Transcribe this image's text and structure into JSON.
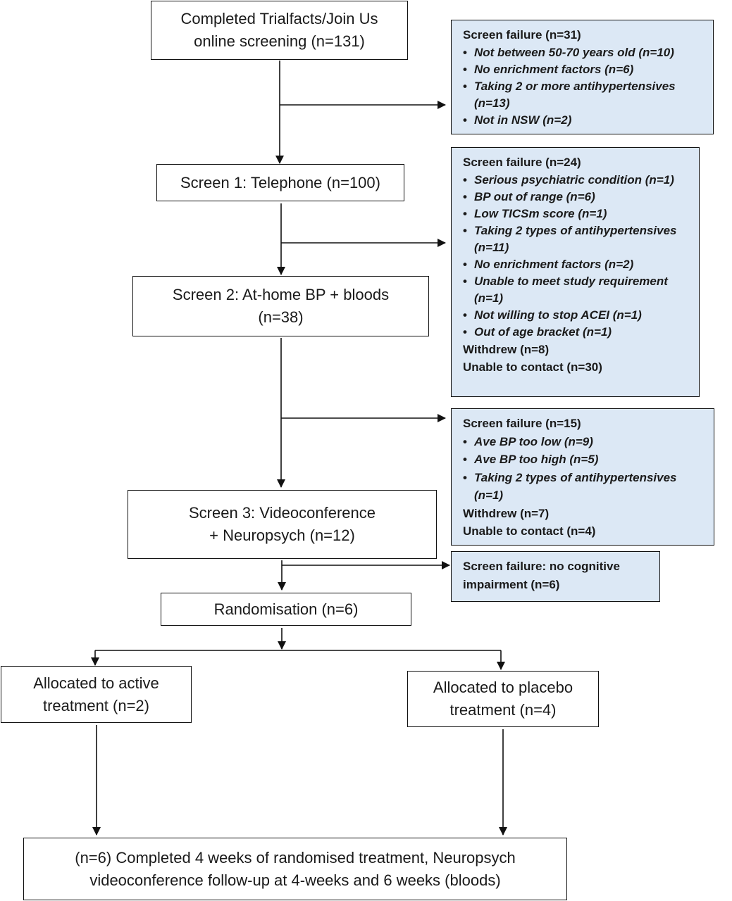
{
  "flow": {
    "online_screening": [
      "Completed Trialfacts/Join Us",
      "online screening (n=131)"
    ],
    "screen1": [
      "Screen 1: Telephone (n=100)"
    ],
    "screen2": [
      "Screen 2: At-home BP + bloods",
      "(n=38)"
    ],
    "screen3": [
      "Screen 3: Videoconference",
      "+ Neuropsych (n=12)"
    ],
    "randomisation": [
      "Randomisation (n=6)"
    ],
    "active": [
      "Allocated to active",
      "treatment (n=2)"
    ],
    "placebo": [
      "Allocated to placebo",
      "treatment (n=4)"
    ],
    "completed": [
      "(n=6) Completed 4 weeks of randomised treatment, Neuropsych",
      "videoconference follow-up at 4-weeks and 6 weeks (bloods)"
    ]
  },
  "exclusions": {
    "box1": {
      "heading": "Screen failure (n=31)",
      "items": [
        "Not between 50-70 years old (n=10)",
        "No enrichment factors (n=6)",
        "Taking 2 or more antihypertensives (n=13)",
        "Not in NSW (n=2)"
      ]
    },
    "box2": {
      "heading": "Screen failure (n=24)",
      "items": [
        "Serious psychiatric condition (n=1)",
        "BP out of range (n=6)",
        "Low TICSm score (n=1)",
        "Taking 2 types of antihypertensives (n=11)",
        "No enrichment factors (n=2)",
        "Unable to meet study requirement (n=1)",
        "Not willing to stop ACEI (n=1)",
        "Out of age bracket (n=1)"
      ],
      "extra": [
        "Withdrew (n=8)",
        "Unable to contact (n=30)"
      ]
    },
    "box3": {
      "heading": "Screen failure (n=15)",
      "items": [
        "Ave BP too low (n=9)",
        "Ave BP too high (n=5)",
        "Taking 2 types of antihypertensives (n=1)"
      ],
      "extra": [
        "Withdrew (n=7)",
        "Unable to contact (n=4)"
      ]
    },
    "box4": {
      "heading": "Screen failure: no cognitive impairment (n=6)"
    }
  }
}
